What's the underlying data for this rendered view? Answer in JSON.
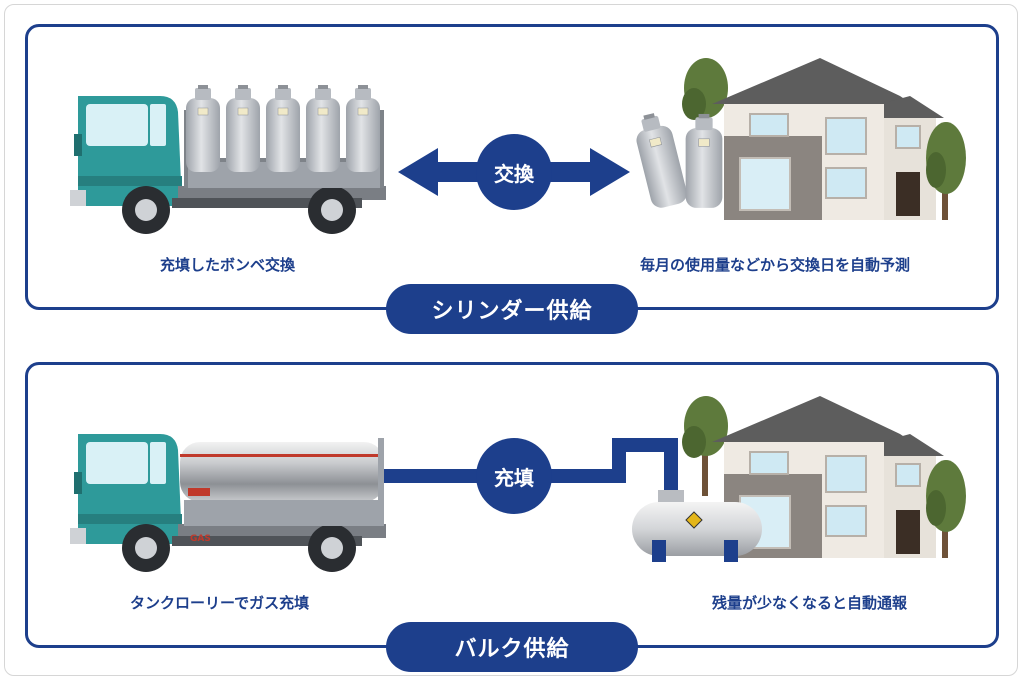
{
  "cylinder": {
    "title": "シリンダー供給",
    "action": "交換",
    "left_caption": "充填したボンベ交換",
    "right_caption": "毎月の使用量などから交換日を自動予測"
  },
  "bulk": {
    "title": "バルク供給",
    "action": "充填",
    "left_caption": "タンクローリーでガス充填",
    "right_caption": "残量が少なくなると自動通報",
    "tank_label": "GAS"
  },
  "colors": {
    "navy": "#1d3f8c",
    "truck_cab": "#2e9a9a",
    "roof": "#5d5d5d",
    "tree": "#5e7a3c",
    "cylinder": "#c4c7cc"
  }
}
